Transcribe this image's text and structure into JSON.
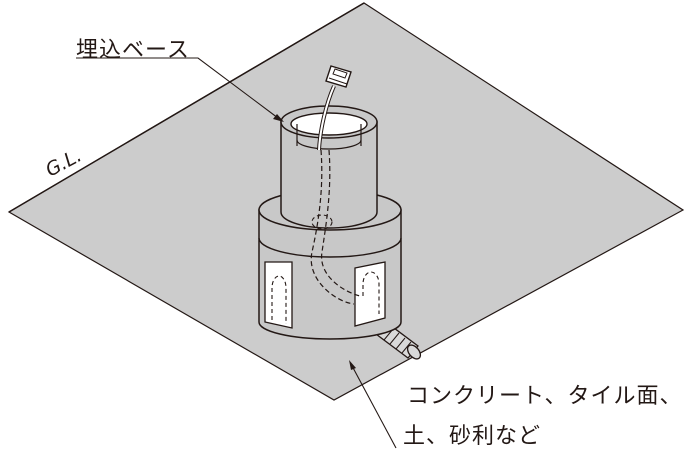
{
  "labels": {
    "base": "埋込ベース",
    "gl": "G.L.",
    "surface_line1": "コンクリート、タイル面、",
    "surface_line2": "土、砂利など"
  },
  "colors": {
    "ground": "#cccccc",
    "line": "#231815",
    "fitting": "#c8c8c8",
    "inner": "#ffffff"
  }
}
